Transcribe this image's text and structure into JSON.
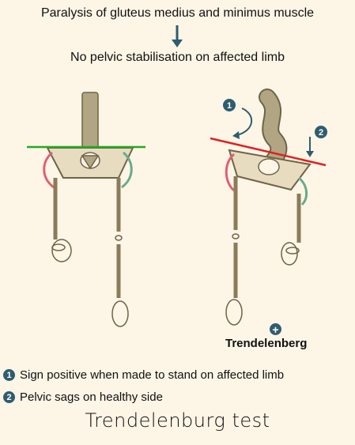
{
  "header": {
    "line1": "Paralysis of gluteus medius and minimus muscle",
    "line2": "No pelvic stabilisation on affected limb"
  },
  "diagram": {
    "right_figure_label": "Trendelenberg",
    "plus_symbol": "+",
    "step_badges": [
      "1",
      "2"
    ],
    "colors": {
      "level_line": "#22aa22",
      "tilt_line": "#e02020",
      "muscle_left": "#e06070",
      "muscle_right": "#6aaa8a",
      "bone": "#a89a7a",
      "accent": "#2f5d6f"
    }
  },
  "legend": [
    {
      "badge": "1",
      "text": "Sign positive when made to stand on affected limb"
    },
    {
      "badge": "2",
      "text": "Pelvic sags on healthy side"
    }
  ],
  "caption": "Trendelenburg test"
}
